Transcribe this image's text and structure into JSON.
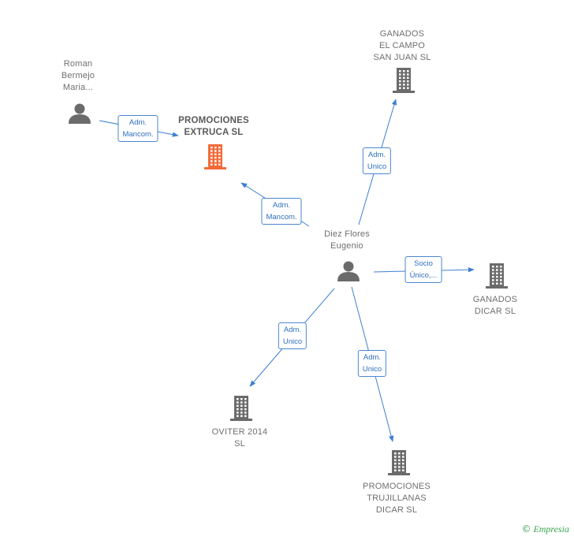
{
  "nodes": {
    "roman": {
      "name": "Roman Bermejo Maria...",
      "lines": [
        "Roman",
        "Bermejo",
        "Maria..."
      ],
      "type": "person"
    },
    "promociones_extruca": {
      "name": "PROMOCIONES EXTRUCA SL",
      "lines": [
        "PROMOCIONES",
        "EXTRUCA SL"
      ],
      "type": "company-main"
    },
    "ganados_campo": {
      "name": "GANADOS EL CAMPO SAN JUAN SL",
      "lines": [
        "GANADOS",
        "EL CAMPO",
        "SAN JUAN SL"
      ],
      "type": "company"
    },
    "diez_flores": {
      "name": "Diez Flores Eugenio",
      "lines": [
        "Diez Flores",
        "Eugenio"
      ],
      "type": "person"
    },
    "ganados_dicar": {
      "name": "GANADOS DICAR SL",
      "lines": [
        "GANADOS",
        "DICAR  SL"
      ],
      "type": "company"
    },
    "oviter": {
      "name": "OVITER 2014 SL",
      "lines": [
        "OVITER 2014",
        "SL"
      ],
      "type": "company"
    },
    "promociones_trujillanas": {
      "name": "PROMOCIONES TRUJILLANAS DICAR SL",
      "lines": [
        "PROMOCIONES",
        "TRUJILLANAS",
        "DICAR SL"
      ],
      "type": "company"
    }
  },
  "edges": [
    {
      "from": "roman",
      "to": "promociones_extruca",
      "lines": [
        "Adm.",
        "Mancom."
      ]
    },
    {
      "from": "diez_flores",
      "to": "promociones_extruca",
      "lines": [
        "Adm.",
        "Mancom."
      ]
    },
    {
      "from": "diez_flores",
      "to": "ganados_campo",
      "lines": [
        "Adm.",
        "Unico"
      ]
    },
    {
      "from": "diez_flores",
      "to": "ganados_dicar",
      "lines": [
        "Socio",
        "Único,..."
      ]
    },
    {
      "from": "diez_flores",
      "to": "oviter",
      "lines": [
        "Adm.",
        "Unico"
      ]
    },
    {
      "from": "diez_flores",
      "to": "promociones_trujillanas",
      "lines": [
        "Adm.",
        "Unico"
      ]
    }
  ],
  "colors": {
    "edge": "#3c7fd0",
    "company_icon": "#6b6b6b",
    "main_company_icon": "#f26b3a",
    "person_icon": "#6b6b6b",
    "brand": "#3aa34f"
  },
  "icons": {
    "person": "person-icon",
    "company": "building-icon"
  },
  "brand": {
    "copyright": "©",
    "name": "Empresia"
  }
}
